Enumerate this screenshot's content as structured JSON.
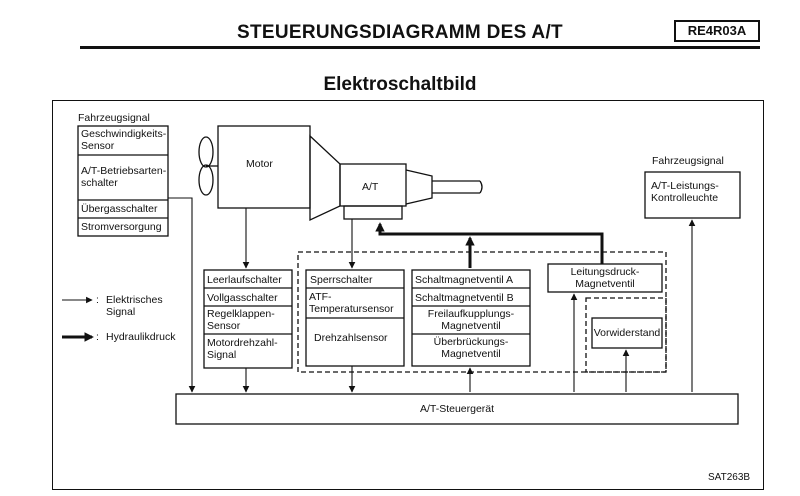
{
  "header": {
    "title": "STEUERUNGSDIAGRAMM DES A/T",
    "model_code": "RE4R03A",
    "subtitle": "Elektroschaltbild"
  },
  "left_panel": {
    "heading": "Fahrzeugsignal",
    "items": [
      "Geschwindigkeits-\nSensor",
      "A/T-Betriebsarten-\nschalter",
      "Übergasschalter",
      "Stromversorgung"
    ]
  },
  "legend": {
    "electric": "Elektrisches\nSignal",
    "hydraulic": "Hydraulikdruck",
    "electric_prefix": ":",
    "hydraulic_prefix": ":"
  },
  "engine": {
    "motor": "Motor",
    "transmission": "A/T"
  },
  "right_panel": {
    "heading": "Fahrzeugsignal",
    "lamp": "A/T-Leistungs-\nKontrolleuchte"
  },
  "input_switches": [
    "Leerlaufschalter",
    "Vollgasschalter",
    "Regelklappen-\nSensor",
    "Motordrehzahl-\nSignal"
  ],
  "middle_sensors": [
    "Sperrschalter",
    "ATF-\nTemperatursensor",
    "Drehzahlsensor"
  ],
  "valves": [
    "Schaltmagnetventil A",
    "Schaltmagnetventil B",
    "Freilaufkupplungs-\nMagnetventil",
    "Überbrückungs-\nMagnetventil"
  ],
  "line_pressure_valve": "Leitungsdruck-\nMagnetventil",
  "dropping_resistor": "Vorwiderstand",
  "control_unit": "A/T-Steuergerät",
  "figure_code": "SAT263B"
}
